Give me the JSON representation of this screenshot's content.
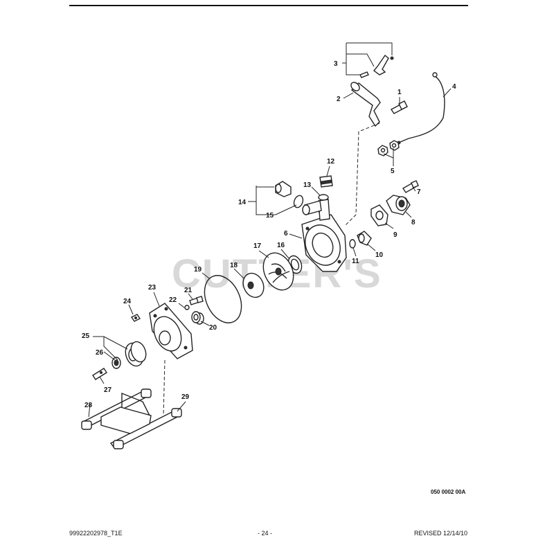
{
  "watermark": "CUTTER'S",
  "drawing_code": "050 0002 00A",
  "footer": {
    "left": "99922202978_T1E",
    "center": "- 24 -",
    "right": "REVISED 12/14/10"
  },
  "callouts": [
    "1",
    "2",
    "3",
    "4",
    "5",
    "6",
    "7",
    "8",
    "9",
    "10",
    "11",
    "12",
    "13",
    "14",
    "15",
    "16",
    "17",
    "18",
    "19",
    "20",
    "21",
    "22",
    "23",
    "24",
    "25",
    "26",
    "27",
    "28",
    "29"
  ]
}
